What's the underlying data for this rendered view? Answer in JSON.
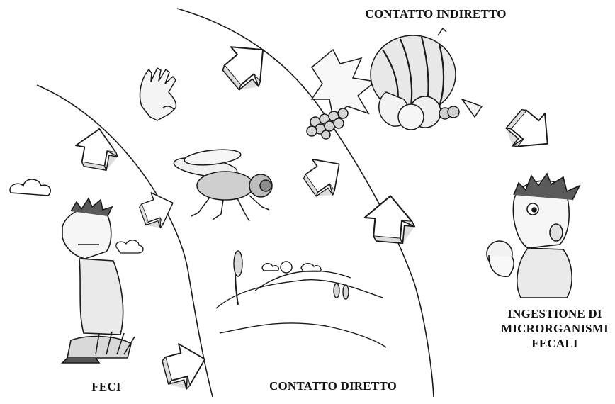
{
  "labels": {
    "contatto_indiretto": "CONTATTO INDIRETTO",
    "feci": "FECI",
    "contatto_diretto": "CONTATTO DIRETTO",
    "ingestione_line1": "INGESTIONE DI",
    "ingestione_line2": "MICRORGANISMI",
    "ingestione_line3": "FECALI"
  },
  "illustrations": [
    "hand-icon",
    "fly-icon",
    "fruit-basket-icon",
    "landscape-icon",
    "crouching-person-icon",
    "eating-person-icon",
    "cloud-icon"
  ],
  "colors": {
    "ink": "#1a1a1a",
    "background": "#ffffff"
  }
}
